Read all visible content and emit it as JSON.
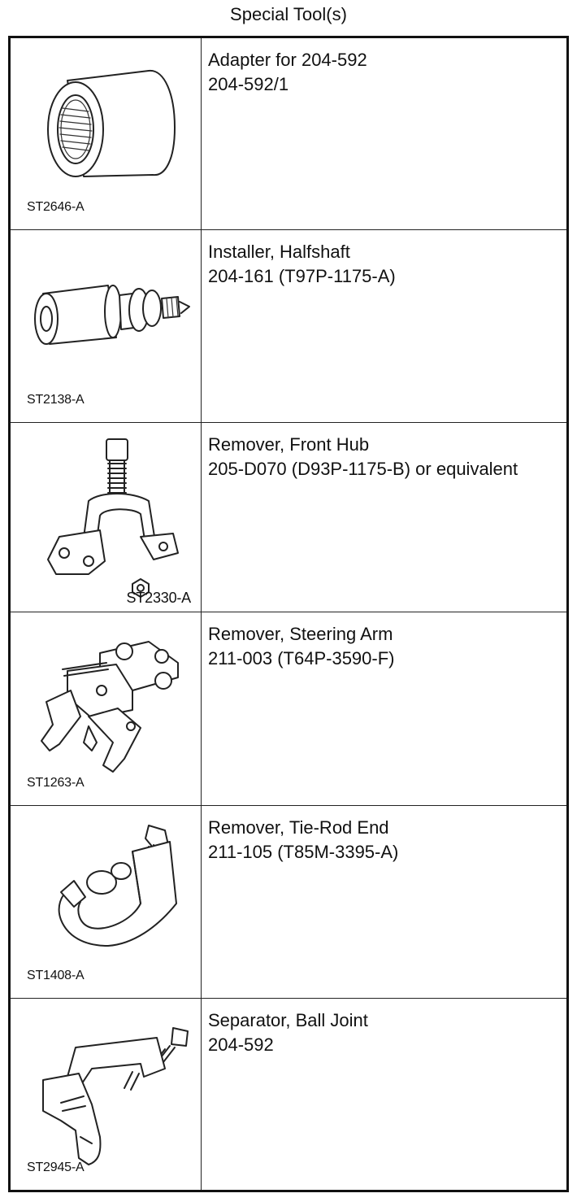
{
  "page": {
    "title": "Special Tool(s)"
  },
  "tools": [
    {
      "code": "ST2646-A",
      "name": "Adapter for 204-592",
      "number": "204-592/1",
      "icon": "threaded-adapter-icon"
    },
    {
      "code": "ST2138-A",
      "name": "Installer, Halfshaft",
      "number": "204-161 (T97P-1175-A)",
      "icon": "halfshaft-installer-icon"
    },
    {
      "code": "ST2330-A",
      "name": "Remover, Front Hub",
      "number": "205-D070 (D93P-1175-B) or equivalent",
      "icon": "hub-remover-icon"
    },
    {
      "code": "ST1263-A",
      "name": "Remover, Steering Arm",
      "number": "211-003 (T64P-3590-F)",
      "icon": "steering-arm-remover-icon"
    },
    {
      "code": "ST1408-A",
      "name": "Remover, Tie-Rod End",
      "number": "211-105 (T85M-3395-A)",
      "icon": "tie-rod-remover-icon"
    },
    {
      "code": "ST2945-A",
      "name": "Separator, Ball Joint",
      "number": "204-592",
      "icon": "ball-joint-separator-icon"
    }
  ]
}
